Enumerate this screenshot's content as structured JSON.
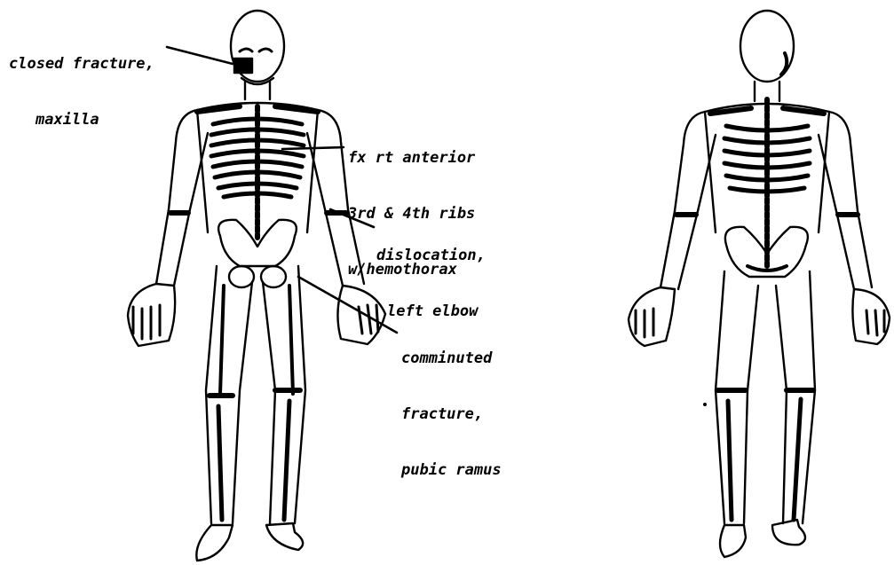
{
  "annotations": {
    "maxilla": {
      "line1": "closed fracture,",
      "line2": "maxilla"
    },
    "ribs": {
      "line1": "fx rt anterior",
      "line2": "3rd & 4th ribs",
      "line3": "w/hemothorax"
    },
    "elbow": {
      "line1": "dislocation,",
      "line2": "left elbow"
    },
    "pubic": {
      "line1": "comminuted",
      "line2": "fracture,",
      "line3": "pubic ramus"
    }
  },
  "figures": {
    "front": {
      "view": "anterior"
    },
    "back": {
      "view": "posterior"
    }
  },
  "colors": {
    "ink": "#000000",
    "paper": "#ffffff"
  }
}
